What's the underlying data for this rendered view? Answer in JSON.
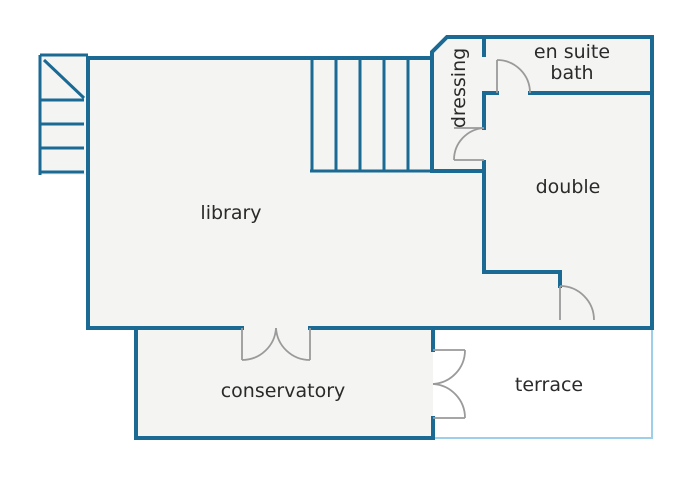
{
  "colors": {
    "wall": "#1a6a94",
    "floor": "#f4f4f2",
    "door": "#9a9a9a",
    "terrace_edge": "#9dd0e8",
    "text": "#2a2a2a"
  },
  "rooms": {
    "library": "library",
    "conservatory": "conservatory",
    "terrace": "terrace",
    "double": "double",
    "dressing": "dressing",
    "en_suite_line1": "en suite",
    "en_suite_line2": "bath"
  }
}
